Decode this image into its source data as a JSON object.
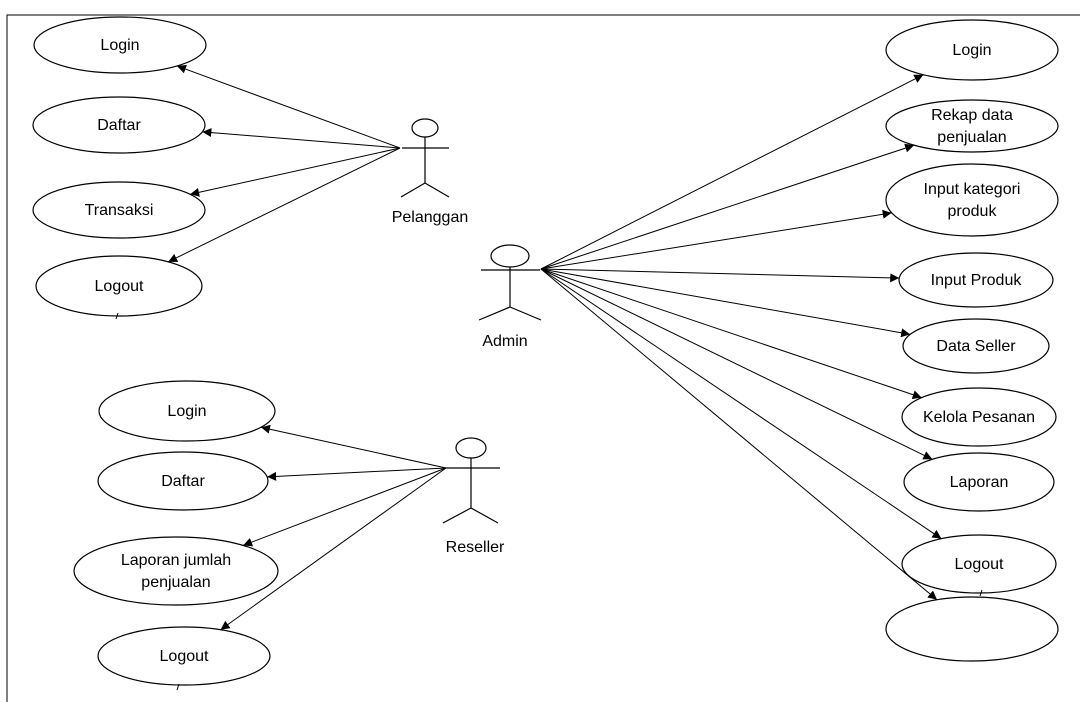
{
  "actors": {
    "pelanggan": "Pelanggan",
    "admin": "Admin",
    "reseller": "Reseller"
  },
  "pelanggan_cases": [
    {
      "lines": [
        "Login"
      ]
    },
    {
      "lines": [
        "Daftar"
      ]
    },
    {
      "lines": [
        "Transaksi"
      ]
    },
    {
      "lines": [
        "Logout"
      ]
    }
  ],
  "reseller_cases": [
    {
      "lines": [
        "Login"
      ]
    },
    {
      "lines": [
        "Daftar"
      ]
    },
    {
      "lines": [
        "Laporan jumlah",
        "penjualan"
      ]
    },
    {
      "lines": [
        "Logout"
      ]
    }
  ],
  "admin_cases": [
    {
      "lines": [
        "Login"
      ]
    },
    {
      "lines": [
        "Rekap data",
        "penjualan"
      ]
    },
    {
      "lines": [
        "Input kategori",
        "produk"
      ]
    },
    {
      "lines": [
        "Input Produk"
      ]
    },
    {
      "lines": [
        "Data Seller"
      ]
    },
    {
      "lines": [
        "Kelola Pesanan"
      ]
    },
    {
      "lines": [
        "Laporan"
      ]
    },
    {
      "lines": [
        "Logout"
      ]
    },
    {
      "lines": []
    }
  ]
}
